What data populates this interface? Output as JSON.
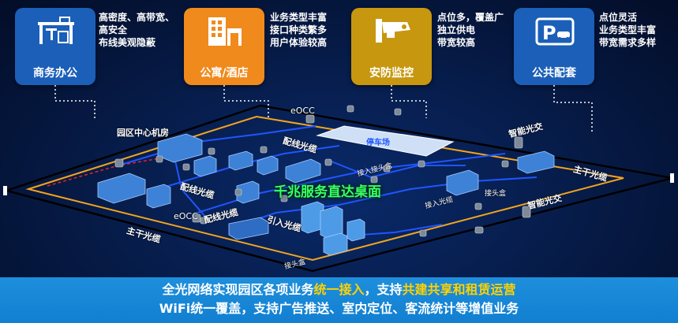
{
  "cards": [
    {
      "title": "商务办公",
      "icon": "office-desk-icon",
      "color": "#1b5fb8",
      "desc": [
        "高密度、高带宽、",
        "高安全",
        "布线美观隐蔽"
      ]
    },
    {
      "title": "公寓/酒店",
      "icon": "building-icon",
      "color": "#f08a1c",
      "desc": [
        "业务类型丰富",
        "接口种类繁多",
        "用户体验较高"
      ]
    },
    {
      "title": "安防监控",
      "icon": "camera-icon",
      "color": "#c79710",
      "desc": [
        "点位多，覆盖广",
        "独立供电",
        "带宽较高"
      ]
    },
    {
      "title": "公共配套",
      "icon": "parking-icon",
      "color": "#1b5fb8",
      "desc": [
        "点位灵活",
        "业务类型丰富",
        "带宽需求多样"
      ]
    }
  ],
  "diagram": {
    "labels": {
      "datacenter": "园区中心机房",
      "eocc_top": "eOCC",
      "eocc_left": "eOCC",
      "dist_top": "配线光缆",
      "dist_left": "配线光缆",
      "dist_mid": "配线光缆",
      "intro_cable": "引入光缆",
      "parking": "停车场",
      "smart_top": "智能光交",
      "smart_right": "智能光交",
      "trunk_right": "主干光缆",
      "trunk_left": "主干光缆",
      "splice_1": "接入接头盒",
      "splice_2": "接入光缆",
      "splice_3": "接头盒",
      "splice_4": "接头盒"
    },
    "slogan": "千兆服务直达桌面"
  },
  "footer": {
    "line1_a": "全光网络实现园区各项业务",
    "line1_b": "统一接入",
    "line1_c": "，支持",
    "line1_d": "共建共享和租赁运营",
    "line2": "WiFi统一覆盖，支持广告推送、室内定位、客流统计等增值业务"
  },
  "colors": {
    "trunk_orange": "#f3a51c",
    "dist_blue": "#1f56ff",
    "highlight_yellow": "#ffd200",
    "slogan_green": "#39ff6a"
  }
}
